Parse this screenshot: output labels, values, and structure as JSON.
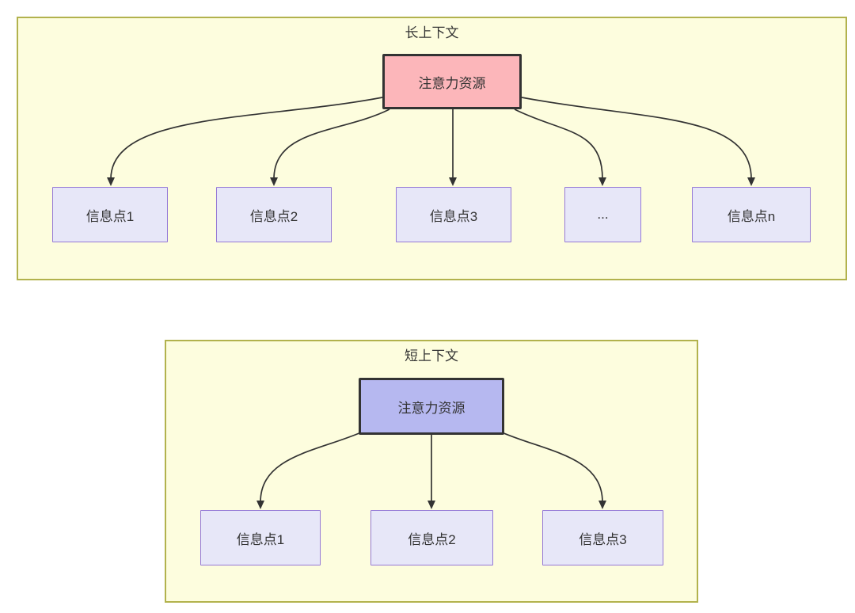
{
  "diagram": {
    "long_context": {
      "title": "长上下文",
      "attention_node": {
        "label": "注意力资源",
        "fill": "#fcb6ba",
        "border": "#333333"
      },
      "info_nodes": [
        {
          "label": "信息点1"
        },
        {
          "label": "信息点2"
        },
        {
          "label": "信息点3"
        },
        {
          "label": "..."
        },
        {
          "label": "信息点n"
        }
      ]
    },
    "short_context": {
      "title": "短上下文",
      "attention_node": {
        "label": "注意力资源",
        "fill": "#b6b8f0",
        "border": "#333333"
      },
      "info_nodes": [
        {
          "label": "信息点1"
        },
        {
          "label": "信息点2"
        },
        {
          "label": "信息点3"
        }
      ]
    },
    "colors": {
      "container_fill": "#fdfdde",
      "container_border": "#b2b24d",
      "info_node_fill": "#e7e7f8",
      "info_node_border": "#9579d6",
      "arrow": "#333333",
      "text": "#333333"
    }
  }
}
